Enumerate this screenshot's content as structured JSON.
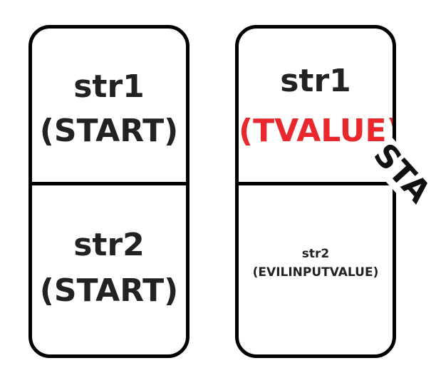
{
  "left_box": {
    "top_name": "str1",
    "top_value": "(START)",
    "bottom_name": "str2",
    "bottom_value": "(START)"
  },
  "right_box": {
    "top_name": "str1",
    "top_value": "(TVALUE)",
    "bottom_name": "str2",
    "bottom_value": "(EVILINPUTVALUE)"
  },
  "overflow_text": "STA",
  "colors": {
    "highlight": "#e8282c",
    "stroke": "#000000",
    "text": "#222222"
  }
}
